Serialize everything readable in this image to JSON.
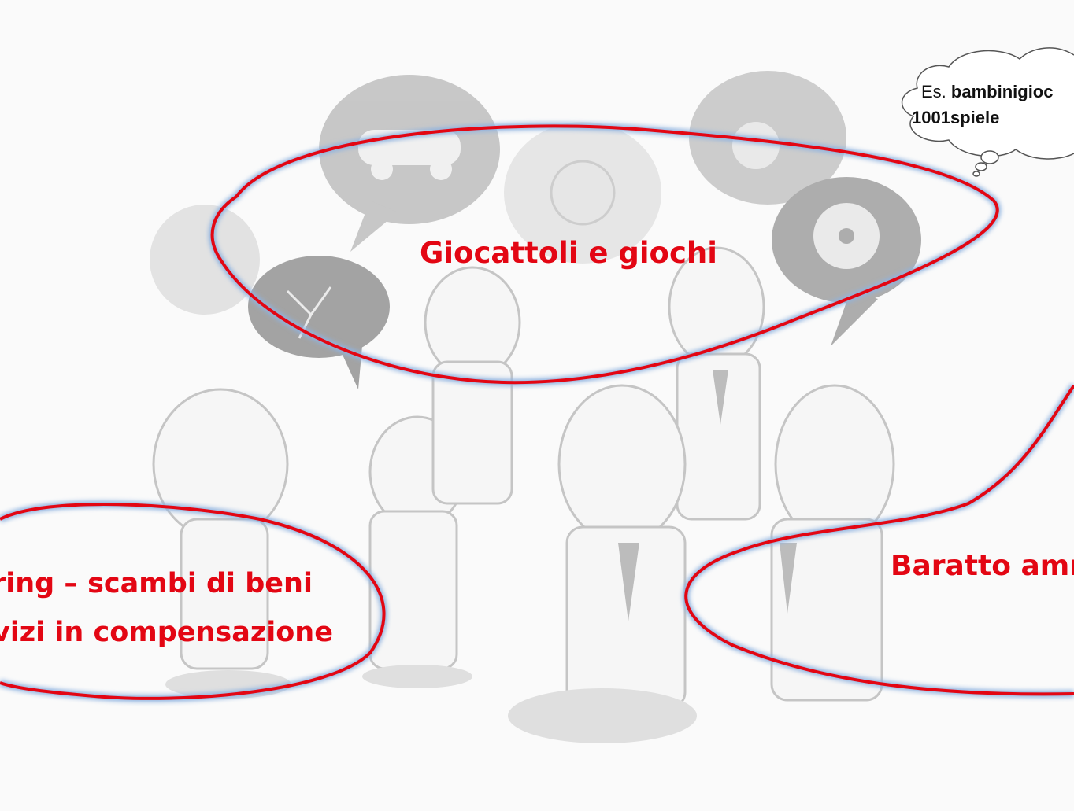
{
  "labels": {
    "giocattoli": "Giocattoli e giochi",
    "bartering_line1": "ring – scambi di beni",
    "bartering_line2": "vizi in compensazione",
    "baratto": "Baratto amm"
  },
  "callout": {
    "prefix": "Es.",
    "site1": "bambinigioc",
    "site2": "1001spiele"
  },
  "colors": {
    "annotation_red": "#e30613",
    "ellipse_glow": "#8fb3e0",
    "illustration_gray": "#bdbdbd",
    "background": "#ffffff"
  }
}
